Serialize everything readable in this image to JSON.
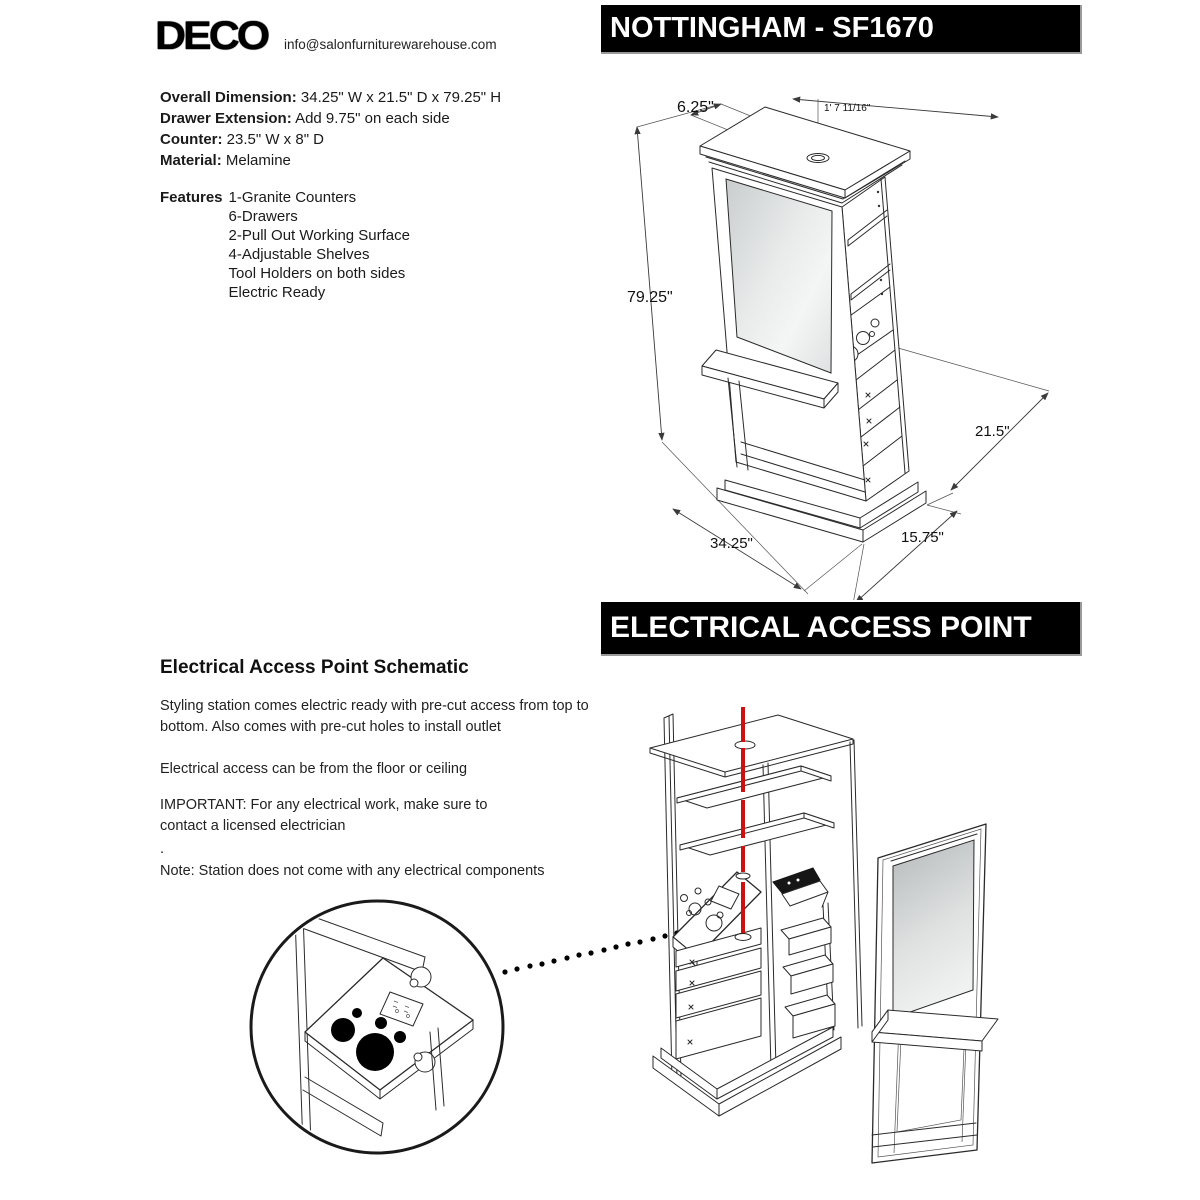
{
  "header": {
    "logo": "DECO",
    "email": "info@salonfurniturewarehouse.com",
    "banner": "NOTTINGHAM - SF1670"
  },
  "specs": {
    "rows": [
      {
        "label": "Overall Dimension",
        "value": "34.25\" W x 21.5\" D x 79.25\" H"
      },
      {
        "label": "Drawer Extension",
        "value": "Add 9.75\" on each side"
      },
      {
        "label": "Counter",
        "value": "23.5\" W x 8\" D"
      },
      {
        "label": "Material",
        "value": "Melamine"
      }
    ],
    "features_label": "Features",
    "features": [
      "1-Granite Counters",
      "6-Drawers",
      "2-Pull Out Working Surface",
      "4-Adjustable Shelves",
      "Tool Holders on both sides",
      "Electric Ready"
    ]
  },
  "main_drawing": {
    "dims": {
      "top_width": "6.25\"",
      "top_depth": "1' 7 11/16\"",
      "height": "79.25\"",
      "depth": "21.5\"",
      "width": "34.25\"",
      "base_depth": "15.75\""
    }
  },
  "electrical": {
    "banner": "ELECTRICAL ACCESS POINT",
    "heading": "Electrical Access Point Schematic",
    "p1_lines": [
      "Styling station comes electric ready with pre-cut access from top to",
      "bottom. Also comes with pre-cut holes to install outlet"
    ],
    "p2": "Electrical access can be from the floor or ceiling",
    "p3_lines": [
      "IMPORTANT: For any electrical work, make sure to",
      "contact a licensed electrician"
    ],
    "p4": ".",
    "note": "Note: Station does not come with any electrical components"
  },
  "colors": {
    "accent_red": "#cc1111",
    "banner_bg": "#000000",
    "banner_fg": "#ffffff",
    "line": "#2a2a2a",
    "mirror_light": "#f2f3f3",
    "mirror_dark": "#bfc3c3"
  }
}
